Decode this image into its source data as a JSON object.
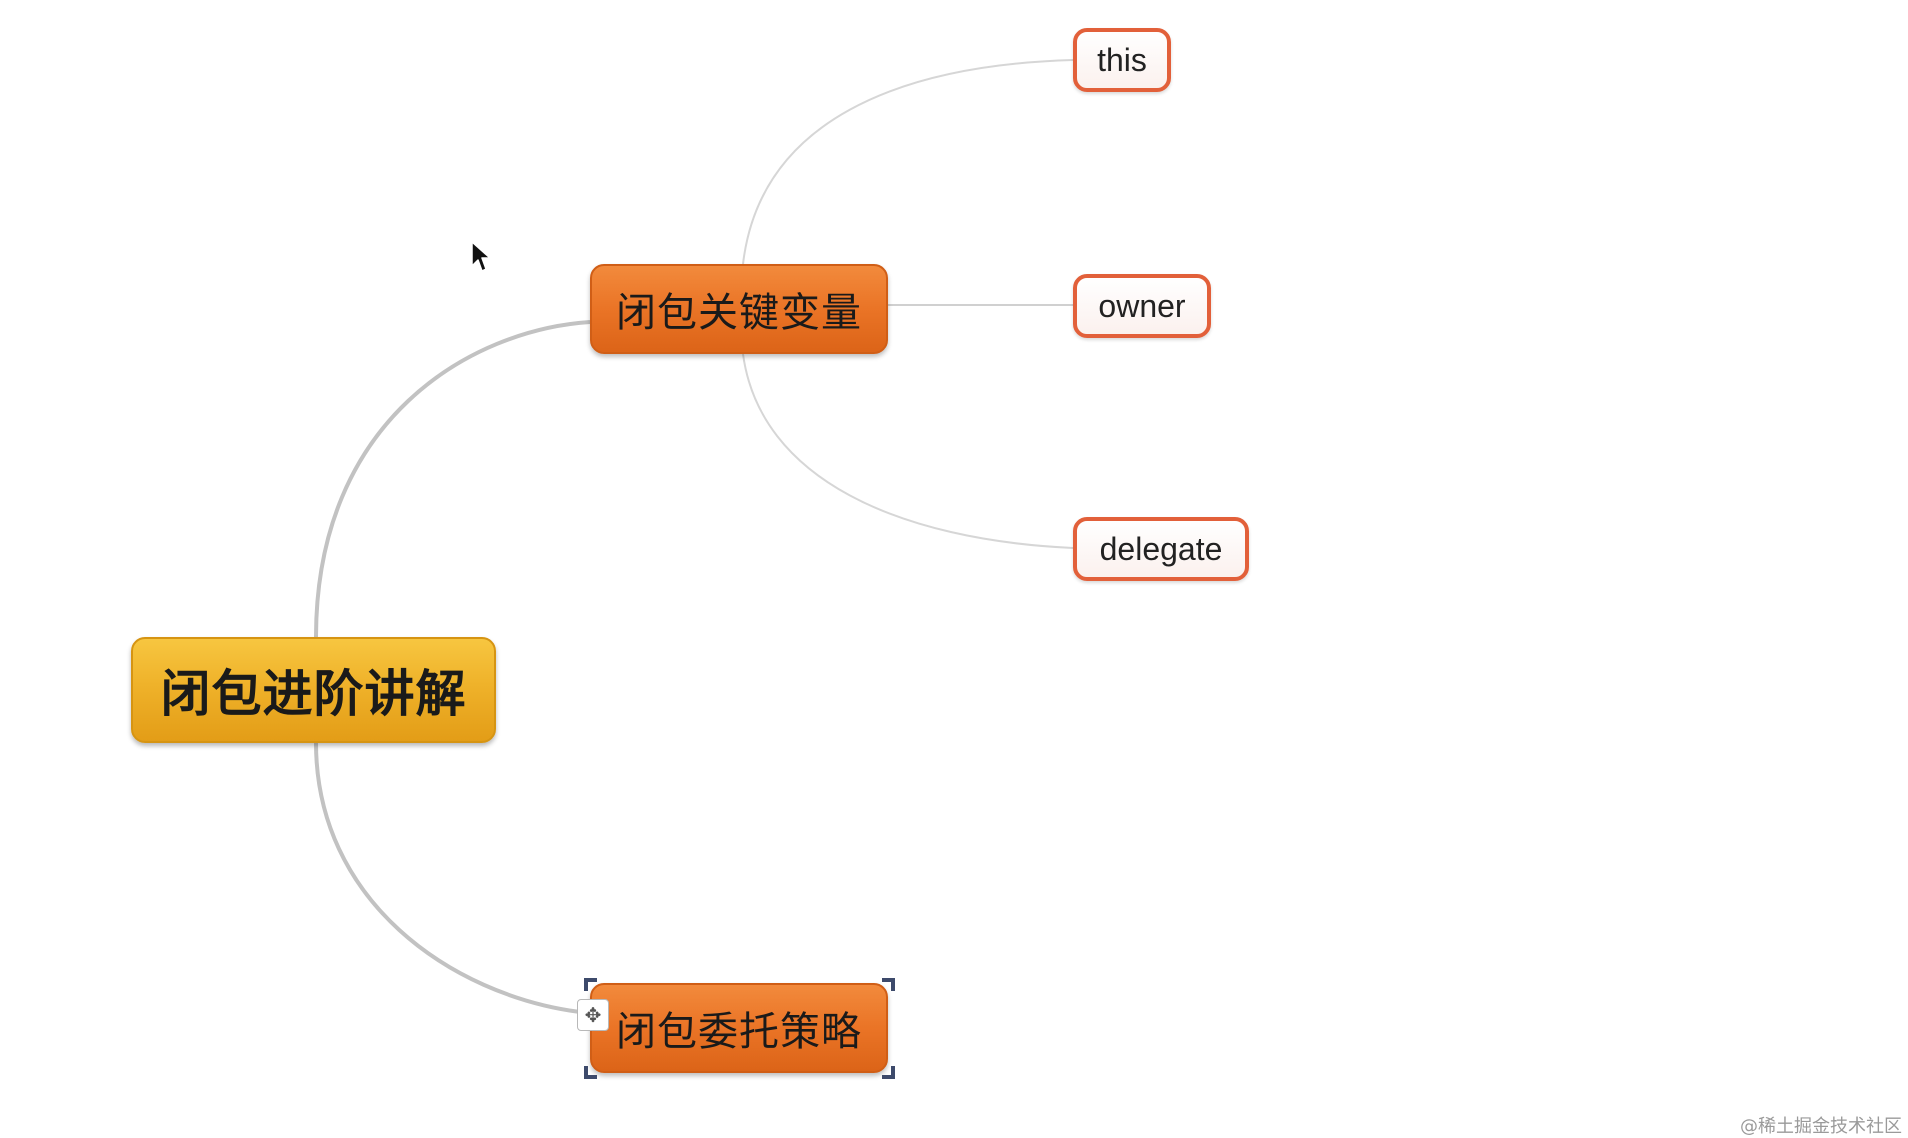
{
  "mindmap": {
    "root": {
      "label": "闭包进阶讲解"
    },
    "branches": [
      {
        "label": "闭包关键变量",
        "children": [
          "this",
          "owner",
          "delegate"
        ]
      },
      {
        "label": "闭包委托策略",
        "children": [],
        "selected": true
      }
    ]
  },
  "selection": {
    "move_handle_glyph": "✥"
  },
  "watermark": "@稀土掘金技术社区",
  "colors": {
    "root_fill": "#efb22a",
    "branch_fill": "#ea7426",
    "leaf_border": "#e2603a",
    "connector": "#c8c8c8",
    "selection_handles": "#3d4a6b"
  }
}
